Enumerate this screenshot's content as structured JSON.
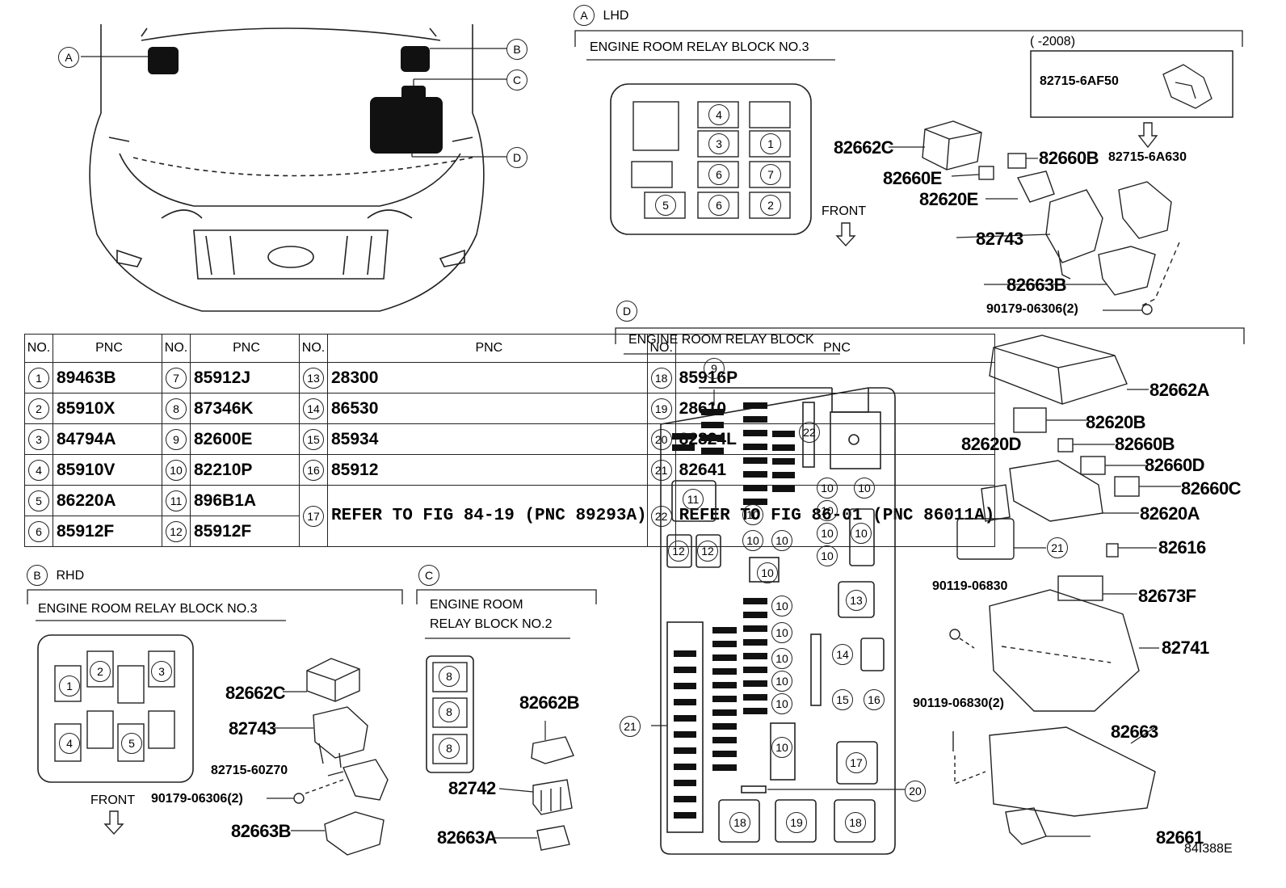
{
  "callouts": {
    "a": "A",
    "b": "B",
    "c": "C",
    "d": "D"
  },
  "section_a": {
    "letter": "A",
    "variant": "LHD",
    "title": "ENGINE ROOM RELAY BLOCK NO.3",
    "inset_period": "(     -2008)",
    "inset_part": "82715-6AF50",
    "front": "FRONT",
    "parts": [
      "82662C",
      "82660B",
      "82660E",
      "82620E",
      "82715-6A630",
      "82743",
      "82663B",
      "90179-06306(2)"
    ],
    "slots": [
      "4",
      "3",
      "1",
      "6",
      "7",
      "5",
      "6",
      "2"
    ]
  },
  "section_b": {
    "letter": "B",
    "variant": "RHD",
    "title": "ENGINE ROOM RELAY BLOCK NO.3",
    "front": "FRONT",
    "parts": [
      "82662C",
      "82743",
      "82715-60Z70",
      "90179-06306(2)",
      "82663B"
    ],
    "slots": [
      "2",
      "3",
      "1",
      "4",
      "5"
    ]
  },
  "section_c": {
    "letter": "C",
    "title_line1": "ENGINE ROOM",
    "title_line2": "RELAY BLOCK NO.2",
    "parts": [
      "82662B",
      "82742",
      "82663A"
    ],
    "slots": [
      "8",
      "8",
      "8"
    ]
  },
  "section_d": {
    "letter": "D",
    "title": "ENGINE ROOM RELAY BLOCK",
    "parts": [
      "82662A",
      "82620B",
      "82620D",
      "82660B",
      "82660D",
      "82660C",
      "82620A",
      "82616",
      "90119-06830",
      "82673F",
      "82741",
      "90119-06830(2)",
      "82663",
      "82661"
    ],
    "slots": {
      "n9": "9",
      "n22": "22",
      "n11": "11",
      "n10": "10",
      "n12": "12",
      "n13": "13",
      "n14": "14",
      "n15": "15",
      "n16": "16",
      "n17": "17",
      "n18": "18",
      "n19": "19",
      "n20": "20",
      "n21": "21"
    }
  },
  "table": {
    "headers": [
      "NO.",
      "PNC",
      "NO.",
      "PNC",
      "NO.",
      "PNC",
      "NO.",
      "PNC"
    ],
    "rows": [
      [
        {
          "no": "1",
          "pnc": "89463B"
        },
        {
          "no": "7",
          "pnc": "85912J"
        },
        {
          "no": "13",
          "pnc": "28300"
        },
        {
          "no": "18",
          "pnc": "85916P"
        }
      ],
      [
        {
          "no": "2",
          "pnc": "85910X"
        },
        {
          "no": "8",
          "pnc": "87346K"
        },
        {
          "no": "14",
          "pnc": "86530"
        },
        {
          "no": "19",
          "pnc": "28610"
        }
      ],
      [
        {
          "no": "3",
          "pnc": "84794A"
        },
        {
          "no": "9",
          "pnc": "82600E"
        },
        {
          "no": "15",
          "pnc": "85934"
        },
        {
          "no": "20",
          "pnc": "82824L"
        }
      ],
      [
        {
          "no": "4",
          "pnc": "85910V"
        },
        {
          "no": "10",
          "pnc": "82210P"
        },
        {
          "no": "16",
          "pnc": "85912"
        },
        {
          "no": "21",
          "pnc": "82641"
        }
      ],
      [
        {
          "no": "5",
          "pnc": "86220A"
        },
        {
          "no": "11",
          "pnc": "896B1A"
        }
      ],
      [
        {
          "no": "6",
          "pnc": "85912F"
        },
        {
          "no": "12",
          "pnc": "85912F"
        }
      ]
    ],
    "refer17": {
      "no": "17",
      "text": "REFER TO\nFIG 84-19\n(PNC 89293A)"
    },
    "refer22": {
      "no": "22",
      "text": "REFER TO\nFIG 86-01\n(PNC 86011A)"
    }
  },
  "figure_id": "84I388E"
}
